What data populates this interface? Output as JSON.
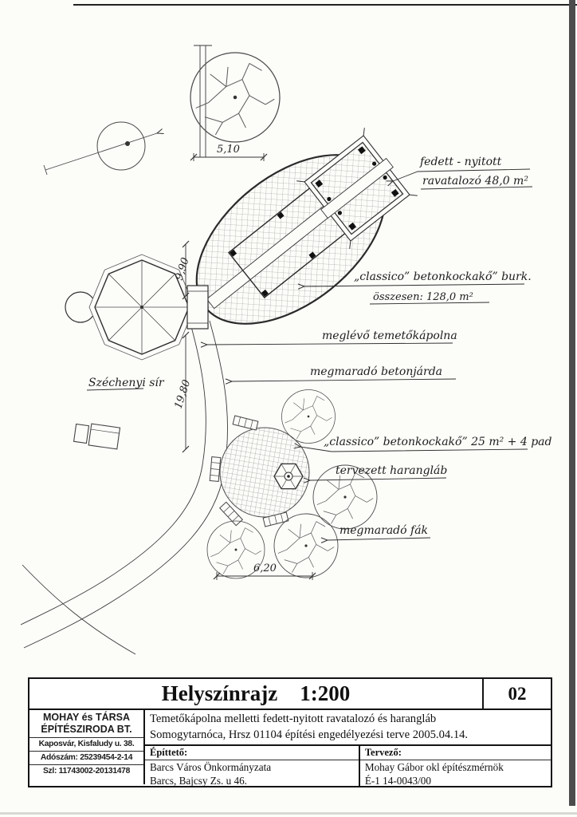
{
  "plan": {
    "labels": {
      "ravatalozo1": "fedett - nyitott",
      "ravatalozo2": "ravatalozó  48,0 m²",
      "burkolat1": "„classico” betonkockakő” burk.",
      "burkolat2": "összesen: 128,0 m²",
      "kapolna": "meglévő temetőkápolna",
      "jarda": "megmaradó betonjárda",
      "kockako2": "„classico” betonkockakő”  25 m² + 4 pad",
      "haranglab": "tervezett harangláb",
      "fak": "megmaradó fák",
      "sir": "Széchenyi sír"
    },
    "dimensions": {
      "top": "5,10",
      "mid": "9,90",
      "long": "19,80",
      "bottom": "6,20"
    }
  },
  "titleblock": {
    "title": "Helyszínrajz",
    "scale": "1:200",
    "sheet_number": "02",
    "company": {
      "name_line1": "MOHAY és TÁRSA",
      "name_line2": "ÉPÍTÉSZIRODA BT.",
      "address": "Kaposvár, Kisfaludy u. 38.",
      "tax": "Adószám: 25239454-2-14",
      "account": "Szl: 11743002-20131478"
    },
    "project": {
      "line1": "Temetőkápolna melletti fedett-nyitott ravatalozó és harangláb",
      "line2": "Somogytarnóca,  Hrsz 01104 építési engedélyezési terve  2005.04.14."
    },
    "client": {
      "label": "Építtető:",
      "line1": "Barcs Város Önkormányzata",
      "line2": "Barcs, Bajcsy Zs. u  46."
    },
    "designer": {
      "label": "Tervező:",
      "line1": "Mohay Gábor okl építészmérnök",
      "line2": "É-1 14-0043/00"
    }
  }
}
